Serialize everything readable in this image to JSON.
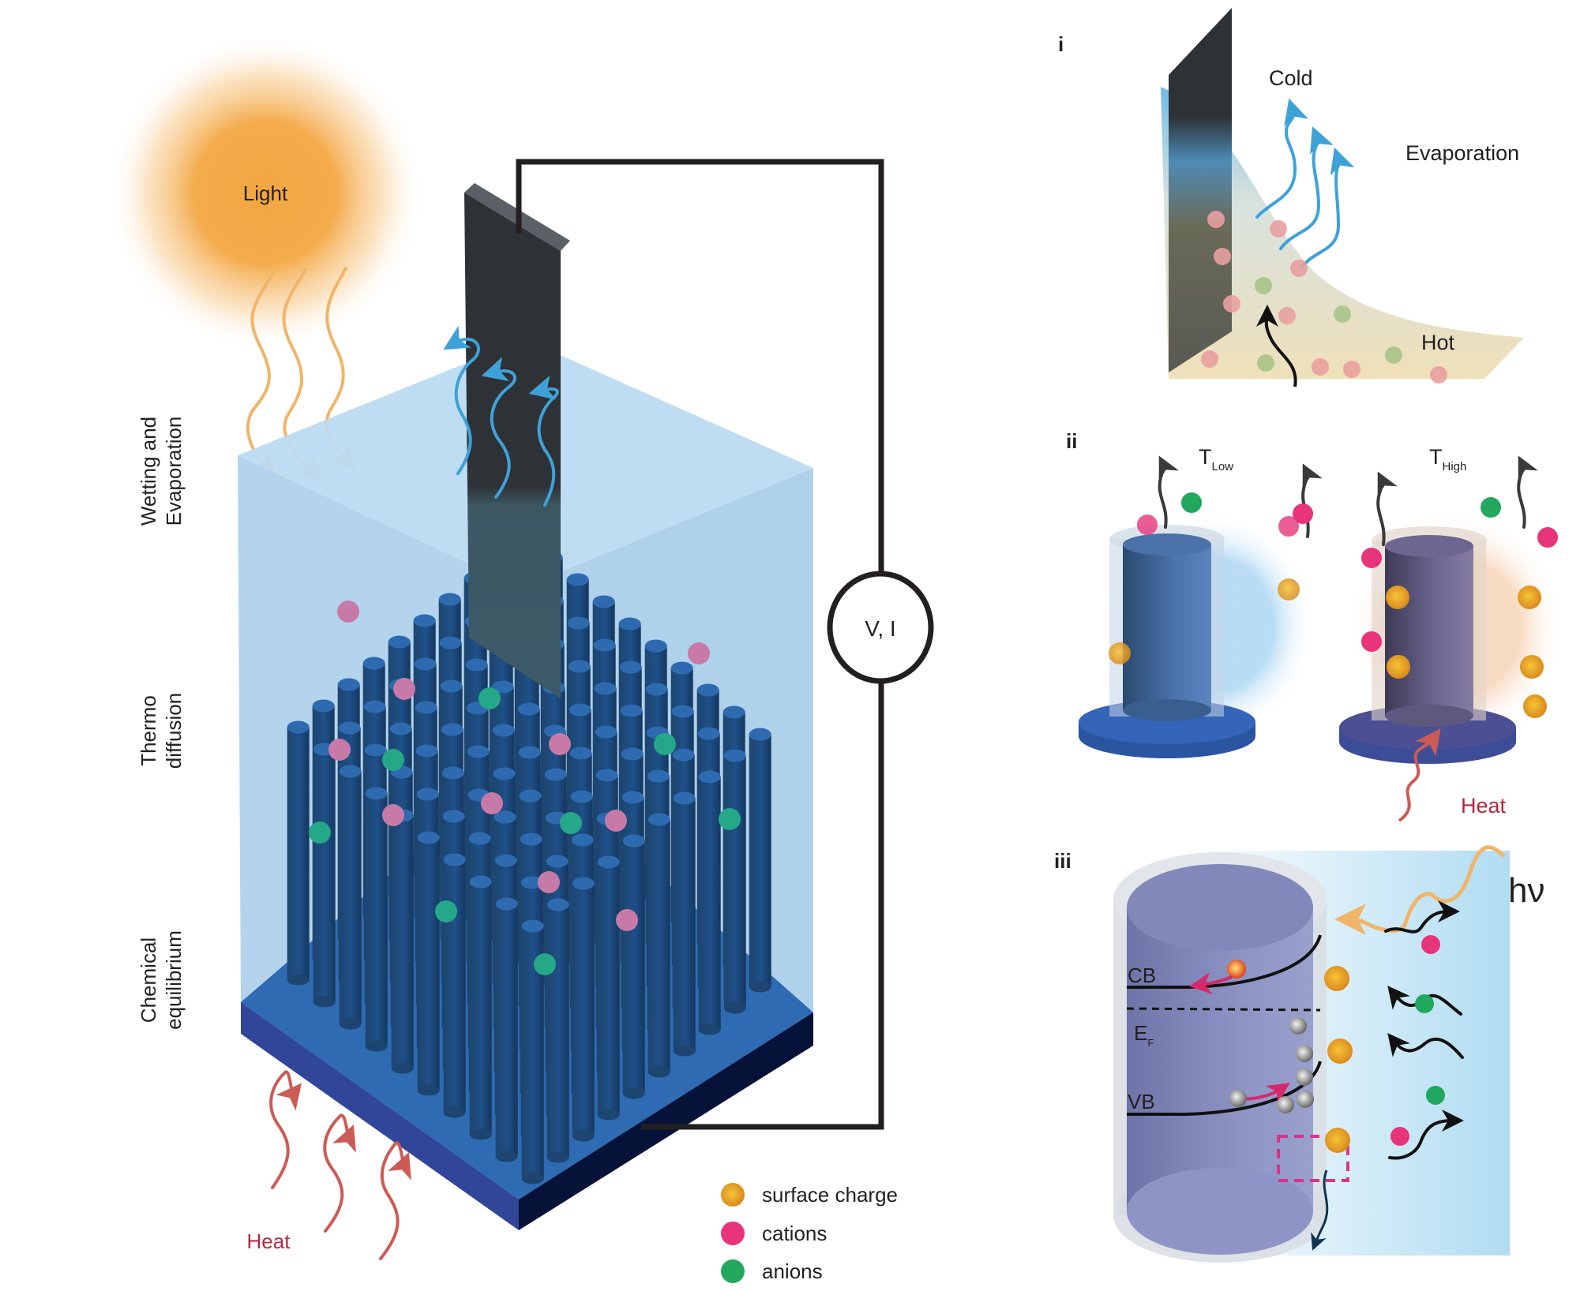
{
  "figure": {
    "main": {
      "sun_label": "Light",
      "meter_label": "V, I",
      "heat_label": "Heat",
      "side_labels": [
        {
          "line1": "Wetting and",
          "line2": "Evaporation"
        },
        {
          "line1": "Thermo",
          "line2": "diffusion"
        },
        {
          "line1": "Chemical",
          "line2": "equilibrium"
        }
      ],
      "legend": [
        {
          "label": "surface charge",
          "color": "#e9a12a"
        },
        {
          "label": "cations",
          "color": "#e8347a"
        },
        {
          "label": "anions",
          "color": "#22a85e"
        }
      ]
    },
    "panel_i": {
      "label": "i",
      "cold": "Cold",
      "evaporation": "Evaporation",
      "hot": "Hot"
    },
    "panel_ii": {
      "label": "ii",
      "t_low": {
        "main": "T",
        "sub": "Low"
      },
      "t_high": {
        "main": "T",
        "sub": "High"
      },
      "heat": "Heat"
    },
    "panel_iii": {
      "label": "iii",
      "hv": "hν",
      "cb": "CB",
      "ef": {
        "main": "E",
        "sub": "F"
      },
      "vb": "VB"
    }
  },
  "colors": {
    "water": "#b3d4ec",
    "pillar": "#2e6ab0",
    "pillar_dark": "#1d4a7a",
    "base_top": "#2f6bb3",
    "base_side_left": "#324699",
    "base_side_right": "#061238",
    "electrode": "#2f3338",
    "sun": "#f2a640",
    "light_wave": "#f0b56a",
    "vapor_wave": "#3ea2d8",
    "heat_wave": "#cc5a55",
    "heat_text": "#b3283f",
    "cation_main": "#c77aa8",
    "anion_main": "#25a888",
    "cation": "#e8347a",
    "anion": "#22a85e",
    "surface_charge": "#e9a12a",
    "hole": "#9a9a9a",
    "wire": "#231f20",
    "dash_box": "#d6368a"
  }
}
